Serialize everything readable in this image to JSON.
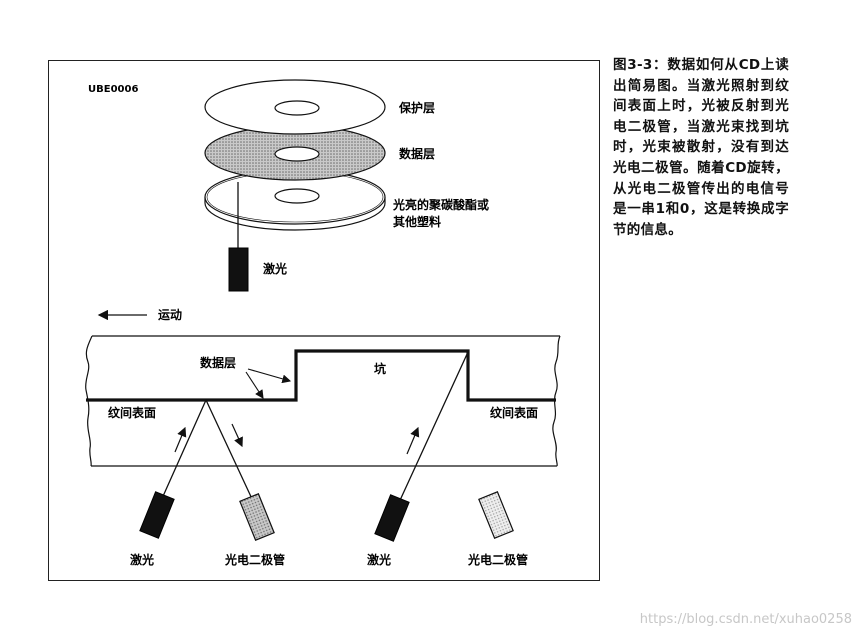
{
  "caption": "图3-3：数据如何从CD上读出简易图。当激光照射到纹间表面上时，光被反射到光电二极管，当激光束找到坑时，光束被散射，没有到达光电二极管。随着CD旋转，从光电二极管传出的电信号是一串1和0，这是转换成字节的信息。",
  "figure_code": "UBE0006",
  "top_diagram": {
    "label_protective": "保护层",
    "label_data": "数据层",
    "label_plastic_line1": "光亮的聚碳酸酯或",
    "label_plastic_line2": "其他塑料",
    "label_laser": "激光"
  },
  "bottom_diagram": {
    "motion": "运动",
    "data_layer": "数据层",
    "pit": "坑",
    "land_left": "纹间表面",
    "land_right": "纹间表面",
    "laser_1": "激光",
    "photodiode_1": "光电二极管",
    "laser_2": "激光",
    "photodiode_2": "光电二极管"
  },
  "watermark": "https://blog.csdn.net/xuhao0258"
}
